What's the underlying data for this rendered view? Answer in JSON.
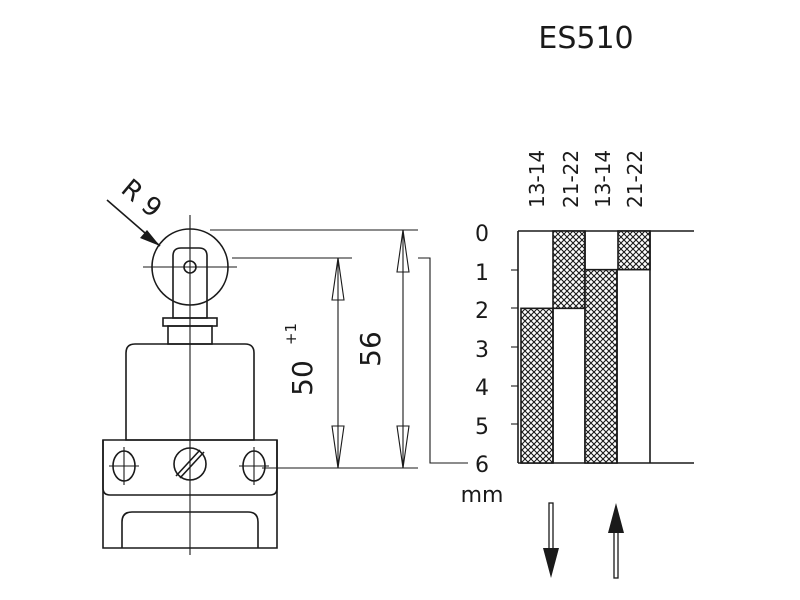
{
  "title": "ES510",
  "radius_label": "R 9",
  "dim_inner": "50",
  "dim_inner_tol": "+1",
  "dim_outer": "56",
  "unit": "mm",
  "scale_ticks": [
    "0",
    "1",
    "2",
    "3",
    "4",
    "5",
    "6"
  ],
  "contact_headers": [
    "13-14",
    "21-22",
    "13-14",
    "21-22"
  ],
  "contact_bars": [
    {
      "column": "13-14",
      "closed_from": 2,
      "closed_to": 6
    },
    {
      "column": "21-22",
      "closed_from": 0,
      "closed_to": 2
    },
    {
      "column": "13-14",
      "closed_from": 1,
      "closed_to": 6
    },
    {
      "column": "21-22",
      "closed_from": 0,
      "closed_to": 1
    }
  ],
  "colors": {
    "ink": "#1a1a1a",
    "background": "#ffffff"
  },
  "icons": [
    "down-arrow-icon",
    "up-arrow-icon",
    "screw-icon"
  ]
}
